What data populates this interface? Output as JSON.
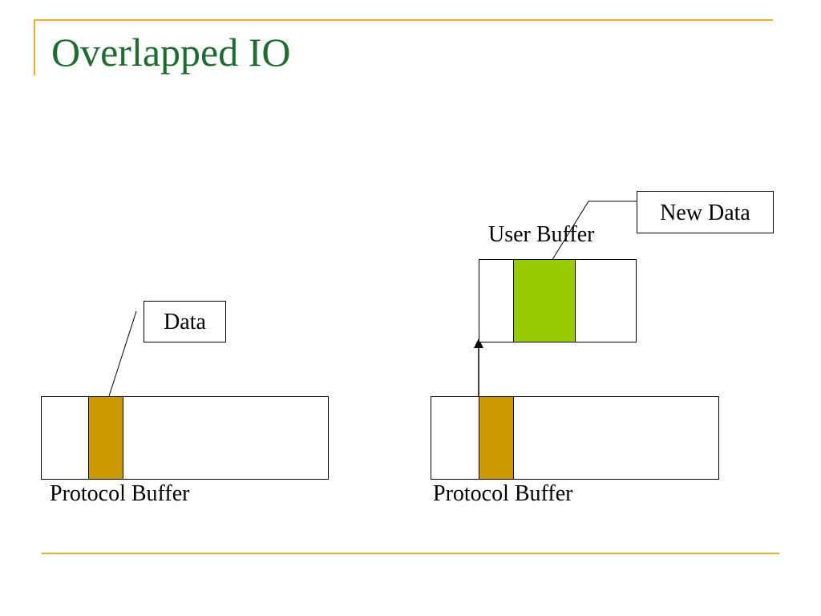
{
  "slide": {
    "title": "Overlapped IO",
    "accent_color": "#e5b12a",
    "title_color": "#1f6b32"
  },
  "left_diagram": {
    "data_callout": "Data",
    "buffer_label": "Protocol Buffer",
    "segment_color": "#cc9900"
  },
  "right_diagram": {
    "new_data_callout": "New Data",
    "user_buffer_label": "User Buffer",
    "buffer_label": "Protocol Buffer",
    "segment_color": "#cc9900",
    "user_segment_color": "#99cc00"
  }
}
